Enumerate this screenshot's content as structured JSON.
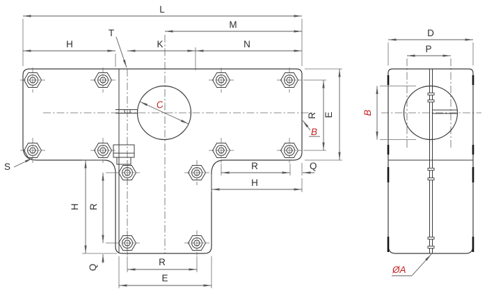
{
  "drawing": {
    "type": "technical-drawing",
    "colors": {
      "line": "#3a3a3a",
      "dimension": "#585858",
      "highlight": "#c41f1f"
    },
    "front": {
      "overall_width": "L",
      "center_to_edge": "M",
      "left_width": "H",
      "slot_width": "K",
      "right_section": "N",
      "slit_callout": "T",
      "corner_callout": "S",
      "bore_callout": "C",
      "right_bolt_span": "R",
      "right_height": "E",
      "edge_callout": "B",
      "arm_bolt_span": "R",
      "arm_edge_offset": "Q",
      "arm_width": "H",
      "leg_height": "H",
      "leg_bolt_span_v": "R",
      "leg_edge_offset": "Q",
      "leg_bolt_span_h": "R",
      "leg_width": "E"
    },
    "side": {
      "depth": "D",
      "hole_pitch": "P",
      "bore_height": "B",
      "through_hole": "ØA"
    }
  }
}
